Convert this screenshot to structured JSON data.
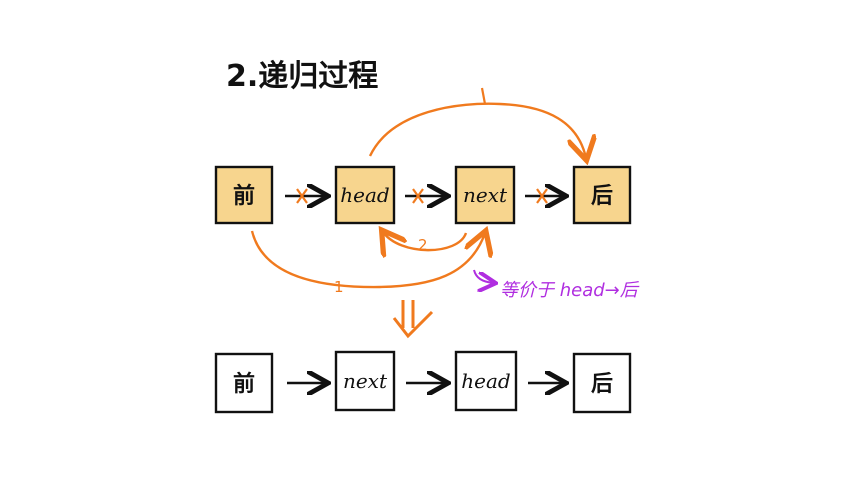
{
  "title": "2.递归过程",
  "colors": {
    "node_fill_highlight": "#f7d58e",
    "node_fill_plain": "#ffffff",
    "stroke": "#111111",
    "orange": "#f07a1e",
    "purple": "#b02ee0"
  },
  "top_row": {
    "nodes": [
      {
        "label": "前"
      },
      {
        "label": "head"
      },
      {
        "label": "next"
      },
      {
        "label": "后"
      }
    ]
  },
  "bottom_row": {
    "nodes": [
      {
        "label": "前"
      },
      {
        "label": "next"
      },
      {
        "label": "head"
      },
      {
        "label": "后"
      }
    ]
  },
  "annotations": {
    "step1": "1",
    "step2": "2",
    "equivalent": "等价于 head→后"
  }
}
